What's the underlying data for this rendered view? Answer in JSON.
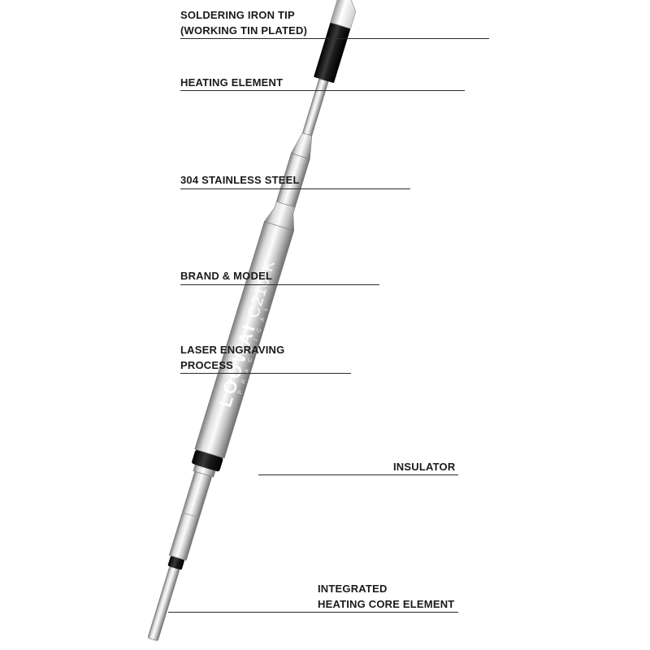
{
  "callouts": {
    "tip": {
      "line1": "SOLDERING IRON TIP",
      "line2": "(WORKING TIN PLATED)"
    },
    "heating_element": {
      "line1": "HEATING ELEMENT"
    },
    "steel": {
      "line1": "304 STAINLESS STEEL"
    },
    "brand": {
      "line1": "BRAND & MODEL"
    },
    "laser": {
      "line1": "LASER ENGRAVING",
      "line2": "PROCESS"
    },
    "insulator": {
      "line1": "INSULATOR"
    },
    "core": {
      "line1": "INTEGRATED",
      "line2": "HEATING CORE ELEMENT"
    }
  },
  "engraving": {
    "brand": "LOOWAI",
    "model": "C210-K",
    "sub": "PRACTICAL"
  },
  "colors": {
    "text": "#1a1a1a",
    "line": "#2a2a2a",
    "black_part": "#0e0e0e",
    "steel_light": "#f4f4f4",
    "steel_dark": "#8c8c8c"
  }
}
